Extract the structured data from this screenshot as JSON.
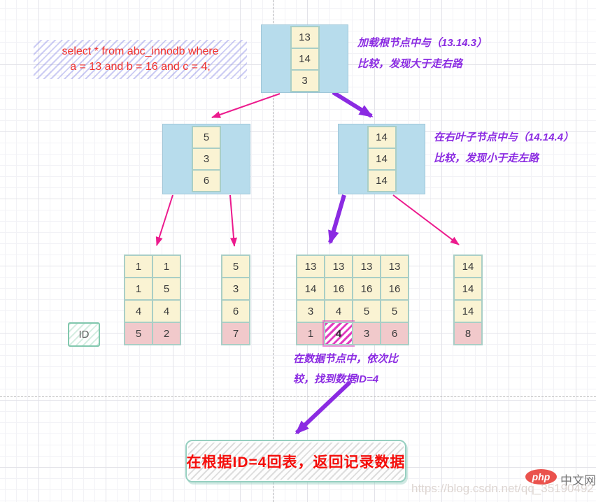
{
  "sql_note": {
    "line1": "select * from abc_innodb where",
    "line2": "a = 13 and b = 16 and c = 4;"
  },
  "annotations": {
    "root": {
      "line1": "加载根节点中与（13.14.3）",
      "line2": "比较，发现大于走右路"
    },
    "right_leaf": {
      "line1": "在右叶子节点中与（14.14.4）",
      "line2": "比较，发现小于走左路"
    },
    "data_node": {
      "line1": "在数据节点中，依次比",
      "line2": "较，找到数据ID=4"
    }
  },
  "nodes": {
    "root": {
      "rows": [
        [
          "13"
        ],
        [
          "14"
        ],
        [
          "3"
        ]
      ],
      "pink_last_row": false
    },
    "left": {
      "rows": [
        [
          "5"
        ],
        [
          "3"
        ],
        [
          "6"
        ]
      ],
      "pink_last_row": false
    },
    "right": {
      "rows": [
        [
          "14"
        ],
        [
          "14"
        ],
        [
          "14"
        ]
      ],
      "pink_last_row": false
    }
  },
  "leaves": {
    "leaf1": {
      "rows": [
        [
          "1",
          "1"
        ],
        [
          "1",
          "5"
        ],
        [
          "4",
          "4"
        ],
        [
          "5",
          "2"
        ]
      ],
      "pink_last_row": true
    },
    "leaf2": {
      "rows": [
        [
          "5"
        ],
        [
          "3"
        ],
        [
          "6"
        ],
        [
          "7"
        ]
      ],
      "pink_last_row": true
    },
    "leaf3": {
      "rows": [
        [
          "13",
          "13",
          "13",
          "13"
        ],
        [
          "14",
          "16",
          "16",
          "16"
        ],
        [
          "3",
          "4",
          "5",
          "5"
        ],
        [
          "1",
          "4",
          "3",
          "6"
        ]
      ],
      "pink_last_row": true,
      "highlight": {
        "row": 3,
        "col": 1
      }
    },
    "leaf4": {
      "rows": [
        [
          "14"
        ],
        [
          "14"
        ],
        [
          "14"
        ],
        [
          "8"
        ]
      ],
      "pink_last_row": true
    }
  },
  "id_label": "ID",
  "result_box": {
    "text": "在根据ID=4回表，返回记录数据"
  },
  "watermark": {
    "url_text": "https://blog.csdn.net/qq_35190492",
    "logo_text": "php",
    "site_text": "中文网"
  },
  "colors": {
    "node_fill": "#b7dcec",
    "cell_fill": "#faf3d3",
    "cell_border": "#a9cec6",
    "pink_fill": "#f1c9cb",
    "magenta": "#ec1a8d",
    "purple": "#8b2be2",
    "red": "#f50d0a",
    "sql_red": "#f2302b",
    "teal_border": "#96cfc0"
  }
}
